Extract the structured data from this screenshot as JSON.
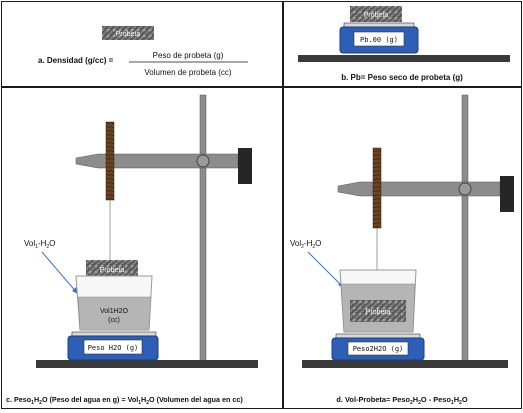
{
  "panel_a": {
    "specimen_label": "Probeta",
    "formula_prefix": "a.  Densidad (g/cc) =",
    "numerator": "Peso de probeta (g)",
    "denominator": "Volumen de probeta (cc)"
  },
  "panel_b": {
    "specimen_label": "Probeta",
    "scale_display": "Pb.00 (g)",
    "caption": "b. Pb= Peso seco de probeta (g)"
  },
  "panel_c": {
    "callout_prefix": "Vol",
    "callout_sub": "1",
    "callout_suffix": "-H",
    "callout_sub2": "2",
    "callout_end": "O",
    "specimen_label": "Probeta",
    "water_label_1": "Vol1H2O",
    "water_label_2": "(cc)",
    "scale_display": "Peso H2O (g)",
    "caption_1": "c. Peso",
    "caption_sub_1": "1",
    "caption_2": "H",
    "caption_sub_2": "2",
    "caption_3": "O (Peso del agua en g) = Vol",
    "caption_sub_3": "1",
    "caption_4": "H",
    "caption_sub_4": "2",
    "caption_5": "O (Volumen del agua en cc)"
  },
  "panel_d": {
    "callout_prefix": "Vol",
    "callout_sub": "2",
    "callout_suffix": "-H",
    "callout_sub2": "2",
    "callout_end": "O",
    "specimen_label": "Probeta",
    "scale_display": "Peso2H2O (g)",
    "caption_1": "d. Vol-Probeta= Peso",
    "caption_sub_1": "2",
    "caption_2": "H",
    "caption_sub_2": "2",
    "caption_3": "O - Peso",
    "caption_sub_3": "1",
    "caption_4": "H",
    "caption_sub_4": "2",
    "caption_5": "O"
  },
  "colors": {
    "scale_blue": "#2e5fb7",
    "stand_gray": "#8c8c8c",
    "base_dark": "#3a3a3a",
    "clamp_black": "#262626",
    "water_gray": "#b5b5b5",
    "specimen_dark": "#4a4a4a",
    "rod_brown": "#6b4423",
    "arrow_blue": "#3a6fd0"
  }
}
